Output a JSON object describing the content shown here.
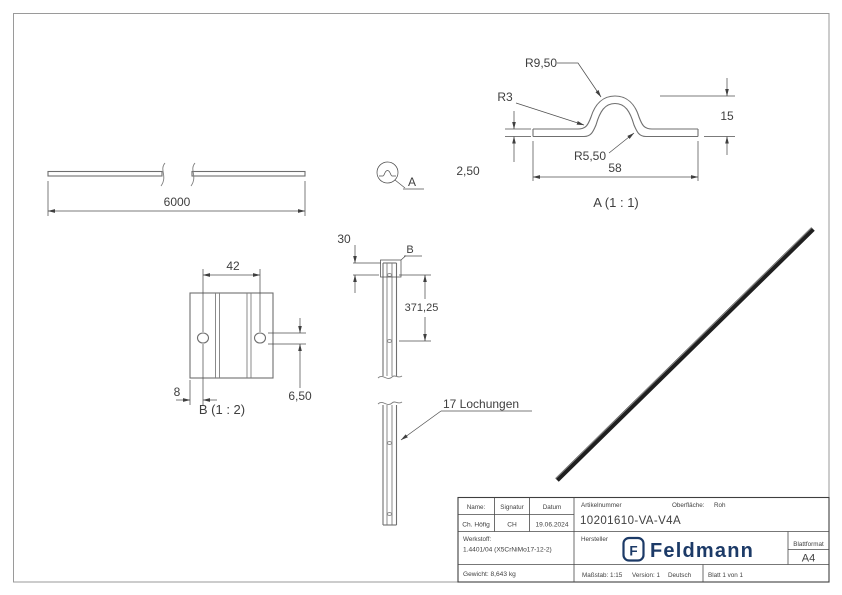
{
  "colors": {
    "frame": "#9a9a9a",
    "geometry_line": "#6f6f6f",
    "dimension_line": "#4f4f4f",
    "text": "#3f3f3f",
    "logo_navy": "#1c3a67",
    "rod": "#1f1f1f"
  },
  "views": {
    "profile_bar": {
      "length_dim": "6000"
    },
    "detail_callout_a": {
      "label": "A"
    },
    "detail_a": {
      "title": "A (1 : 1)",
      "dim_r_outer": "R9,50",
      "dim_r_fillet": "R3",
      "dim_r_inner": "R5,50",
      "dim_height": "15",
      "dim_thickness": "2,50",
      "dim_width": "58"
    },
    "detail_b": {
      "title": "B (1 : 2)",
      "dim_hole_spacing": "42",
      "dim_edge_distance": "8",
      "dim_hole_diameter": "6,50"
    },
    "front_view": {
      "dim_end_distance": "30",
      "callout_label": "B",
      "dim_hole_pitch": "371,25",
      "note_holes": "17 Lochungen"
    }
  },
  "titleblock": {
    "name_label": "Name:",
    "signatur_label": "Signatur",
    "datum_label": "Datum",
    "name_value": "Ch. Höfig",
    "signatur_value": "CH",
    "datum_value": "19.06.2024",
    "artikelnummer_label": "Artikelnummer",
    "artikelnummer_value": "10201610-VA-V4A",
    "oberflaeche_label": "Oberfläche:",
    "oberflaeche_value": "Roh",
    "werkstoff_label": "Werkstoff:",
    "werkstoff_value": "1.4401/04 (X5CrNiMo17-12-2)",
    "hersteller_label": "Hersteller",
    "logo_letter": "F",
    "logo_text": "Feldmann",
    "gewicht": "Gewicht: 8,643 kg",
    "massstab": "Maßstab: 1:15",
    "version": "Version: 1",
    "sprache": "Deutsch",
    "blatt": "Blatt 1 von 1",
    "blattformat_label": "Blattformat",
    "blattformat_value": "A4"
  }
}
